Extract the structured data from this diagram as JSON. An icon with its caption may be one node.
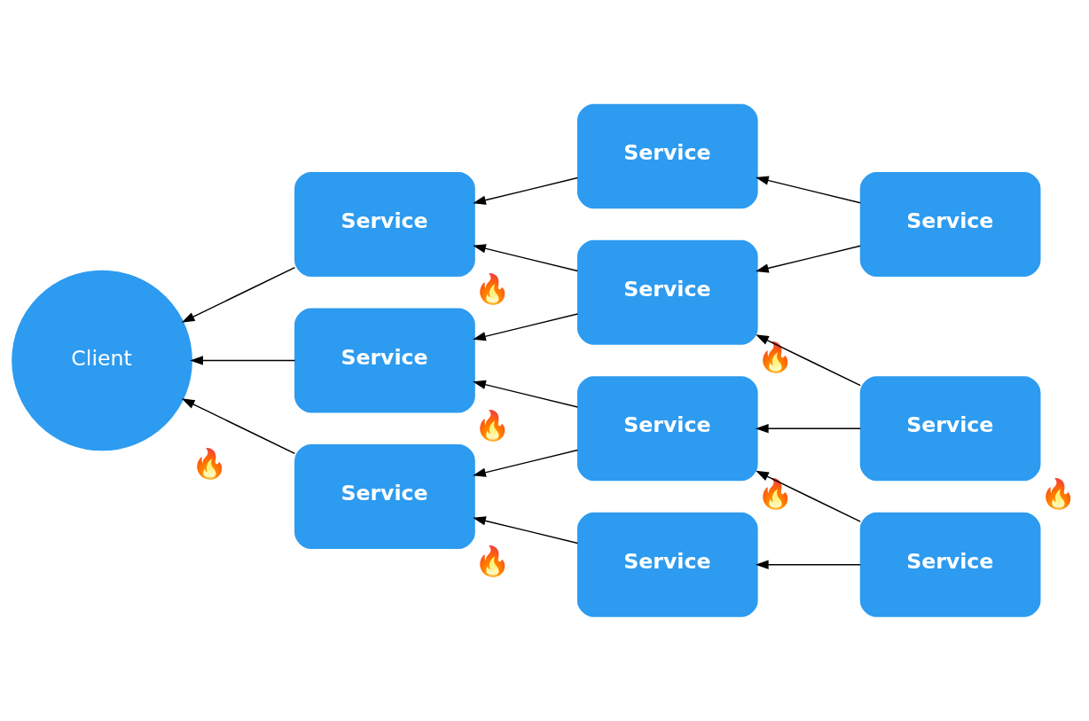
{
  "diagram": {
    "nodes": [
      {
        "text": [
          "Client"
        ],
        "beside": [
          "🔥"
        ]
      },
      {
        "text": [
          "Service"
        ],
        "beside": [
          "🔥"
        ]
      },
      {
        "text": [
          "Service"
        ],
        "beside": [
          "🔥"
        ]
      },
      {
        "text": [
          "Service"
        ],
        "beside": [
          "🔥"
        ]
      },
      {
        "text": [
          "Service"
        ]
      },
      {
        "text": [
          "Service"
        ],
        "beside": [
          "🔥"
        ]
      },
      {
        "text": [
          "Service"
        ],
        "beside": [
          "🔥"
        ]
      },
      {
        "text": [
          "Service"
        ]
      },
      {
        "text": [
          "Service"
        ]
      },
      {
        "text": [
          "Service"
        ],
        "beside": [
          "🔥"
        ]
      },
      {
        "text": [
          "Service"
        ]
      }
    ],
    "edges": [
      {
        "from": 1,
        "to": 0,
        "arrow": "to"
      },
      {
        "from": 2,
        "to": 0,
        "arrow": "to"
      },
      {
        "from": 3,
        "to": 0,
        "arrow": "to"
      },
      {
        "from": 4,
        "to": 1,
        "arrow": "to"
      },
      {
        "from": 5,
        "to": 1,
        "arrow": "to"
      },
      {
        "from": 5,
        "to": 2,
        "arrow": "to"
      },
      {
        "from": 6,
        "to": 2,
        "arrow": "to"
      },
      {
        "from": 6,
        "to": 3,
        "arrow": "to"
      },
      {
        "from": 7,
        "to": 3,
        "arrow": "to"
      },
      {
        "from": 8,
        "to": 4,
        "arrow": "to"
      },
      {
        "from": 8,
        "to": 5,
        "arrow": "to"
      },
      {
        "from": 9,
        "to": 5,
        "arrow": "to"
      },
      {
        "from": 9,
        "to": 6,
        "arrow": "to"
      },
      {
        "from": 10,
        "to": 6,
        "arrow": "to"
      },
      {
        "from": 10,
        "to": 7,
        "arrow": "to"
      }
    ]
  }
}
